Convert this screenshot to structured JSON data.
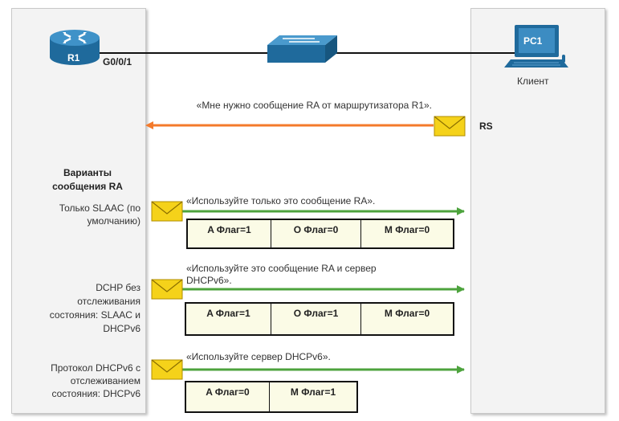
{
  "devices": {
    "router": {
      "name": "R1",
      "port": "G0/0/1"
    },
    "pc": {
      "name": "PC1",
      "caption": "Клиент"
    }
  },
  "rs": {
    "message": "«Мне нужно сообщение RA от маршрутизатора R1».",
    "label": "RS"
  },
  "options_title": "Варианты сообщения RA",
  "options": [
    {
      "name": "Только SLAAC (по умолчанию)",
      "message": "«Используйте только это сообщение RA».",
      "flags": [
        "A Флаг=1",
        "O Флаг=0",
        "M Флаг=0"
      ]
    },
    {
      "name": "DCHP без отслеживания состояния: SLAAC и DHCPv6",
      "message": "«Используйте это сообщение RA и сервер DHCPv6».",
      "flags": [
        "A Флаг=1",
        "O Флаг=1",
        "M Флаг=0"
      ]
    },
    {
      "name": "Протокол DHCPv6 с отслеживанием состояния: DHCPv6",
      "message": "«Используйте сервер DHCPv6».",
      "flags": [
        "A Флаг=0",
        "M Флаг=1"
      ]
    }
  ],
  "colors": {
    "rs_arrow": "#f47a2b",
    "ra_arrow": "#4da33d",
    "envelope": "#f5d21a",
    "device": "#2c7ab0"
  }
}
